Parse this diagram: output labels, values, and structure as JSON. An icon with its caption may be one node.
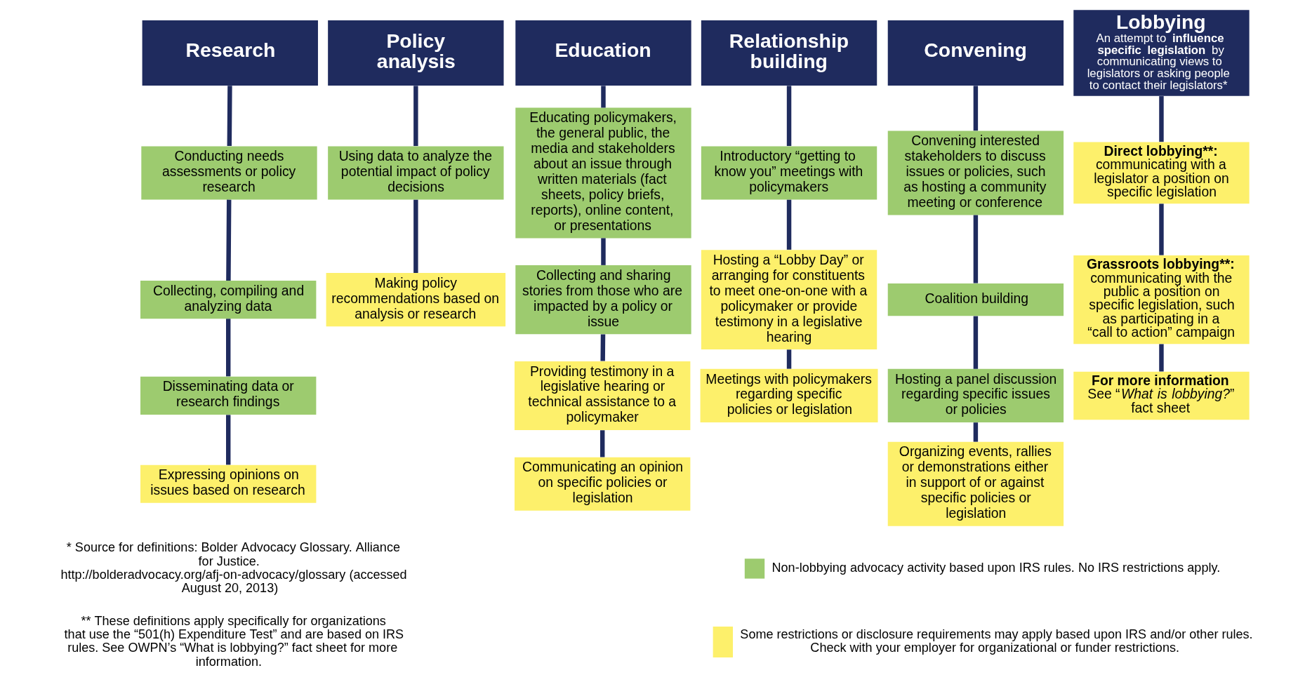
{
  "diagram": {
    "nodes": [
      {
        "text": [
          "Research"
        ]
      },
      {
        "text": [
          "Conducting needs assessments or policy research"
        ]
      },
      {
        "text": [
          "Collecting, compiling and analyzing data"
        ]
      },
      {
        "text": [
          "Disseminating data or research findings"
        ]
      },
      {
        "text": [
          "Expressing opinions on issues based on research"
        ]
      },
      {
        "text": [
          "Policy analysis"
        ]
      },
      {
        "text": [
          "Using data to analyze the potential impact of policy decisions"
        ]
      },
      {
        "text": [
          "Making policy recommendations based on analysis or research"
        ]
      },
      {
        "text": [
          "Education"
        ]
      },
      {
        "text": [
          "Educating policymakers, the general public, the media and stakeholders about an issue through written materials (fact sheets, policy briefs, reports), online content, or presentations"
        ]
      },
      {
        "text": [
          "Collecting and sharing stories from those who are impacted by a policy or issue"
        ]
      },
      {
        "text": [
          "Providing testimony in a legislative hearing or technical assistance to a policymaker"
        ]
      },
      {
        "text": [
          "Communicating an opinion on specific policies or legislation"
        ]
      },
      {
        "text": [
          "Relationship building"
        ]
      },
      {
        "text": [
          "Introductory “getting to know you” meetings with policymakers"
        ]
      },
      {
        "text": [
          "Hosting a “Lobby Day” or arranging for constituents to meet one-on-one with a policymaker or provide testimony in a legislative hearing"
        ]
      },
      {
        "text": [
          "Meetings with policymakers regarding specific policies or legislation"
        ]
      },
      {
        "text": [
          "Convening"
        ]
      },
      {
        "text": [
          "Convening interested stakeholders to discuss issues or policies, such as hosting a community meeting or conference"
        ]
      },
      {
        "text": [
          "Coalition building"
        ]
      },
      {
        "text": [
          "Hosting a panel discussion regarding specific issues or policies"
        ]
      },
      {
        "text": [
          "Organizing events, rallies or demonstrations either in support of or against specific policies or legislation"
        ]
      },
      {
        "text": [
          "Lobbying",
          "An attempt to **influence specific legislation** by communicating views to legislators or asking people to contact their legislators*"
        ]
      },
      {
        "text": [
          "Direct lobbying**:",
          "communicating with a legislator a position on specific legislation"
        ]
      },
      {
        "text": [
          "Grassroots lobbying**:",
          "communicating with the public a position on specific legislation, such as participating in a “call to action” campaign"
        ]
      },
      {
        "text": [
          "For more information",
          "See “*What is lobbying?*” fact sheet"
        ]
      }
    ],
    "edges": [
      {
        "from": 0,
        "to": 1,
        "arrow": "none"
      },
      {
        "from": 1,
        "to": 2,
        "arrow": "none"
      },
      {
        "from": 2,
        "to": 3,
        "arrow": "none"
      },
      {
        "from": 3,
        "to": 4,
        "arrow": "none"
      },
      {
        "from": 5,
        "to": 6,
        "arrow": "none"
      },
      {
        "from": 6,
        "to": 7,
        "arrow": "none"
      },
      {
        "from": 8,
        "to": 9,
        "arrow": "none"
      },
      {
        "from": 9,
        "to": 10,
        "arrow": "none"
      },
      {
        "from": 10,
        "to": 11,
        "arrow": "none"
      },
      {
        "from": 11,
        "to": 12,
        "arrow": "none"
      },
      {
        "from": 13,
        "to": 14,
        "arrow": "none"
      },
      {
        "from": 14,
        "to": 15,
        "arrow": "none"
      },
      {
        "from": 15,
        "to": 16,
        "arrow": "none"
      },
      {
        "from": 17,
        "to": 18,
        "arrow": "none"
      },
      {
        "from": 18,
        "to": 19,
        "arrow": "none"
      },
      {
        "from": 19,
        "to": 20,
        "arrow": "none"
      },
      {
        "from": 20,
        "to": 21,
        "arrow": "none"
      },
      {
        "from": 22,
        "to": 23,
        "arrow": "none"
      },
      {
        "from": 23,
        "to": 24,
        "arrow": "none"
      },
      {
        "from": 24,
        "to": 25,
        "arrow": "none"
      }
    ],
    "labels": [
      "* Source for definitions: Bolder Advocacy Glossary. Alliance for Justice. http://bolderadvocacy.org/afj-on-advocacy/glossary (accessed August 20, 2013)",
      "** These definitions apply specifically for organizations that use the “501(h) Expenditure Test” and are based on IRS rules. See OWPN’s “What is lobbying?” fact sheet for more information."
    ],
    "legend": [
      {
        "text": "Non-lobbying advocacy activity based upon IRS rules. No IRS restrictions apply.",
        "color": "#9dcb6f"
      },
      {
        "text": "Some restrictions or disclosure requirements may apply based upon IRS and/or other rules. Check with your employer for organizational or funder restrictions.",
        "color": "#fdf06b"
      }
    ]
  }
}
